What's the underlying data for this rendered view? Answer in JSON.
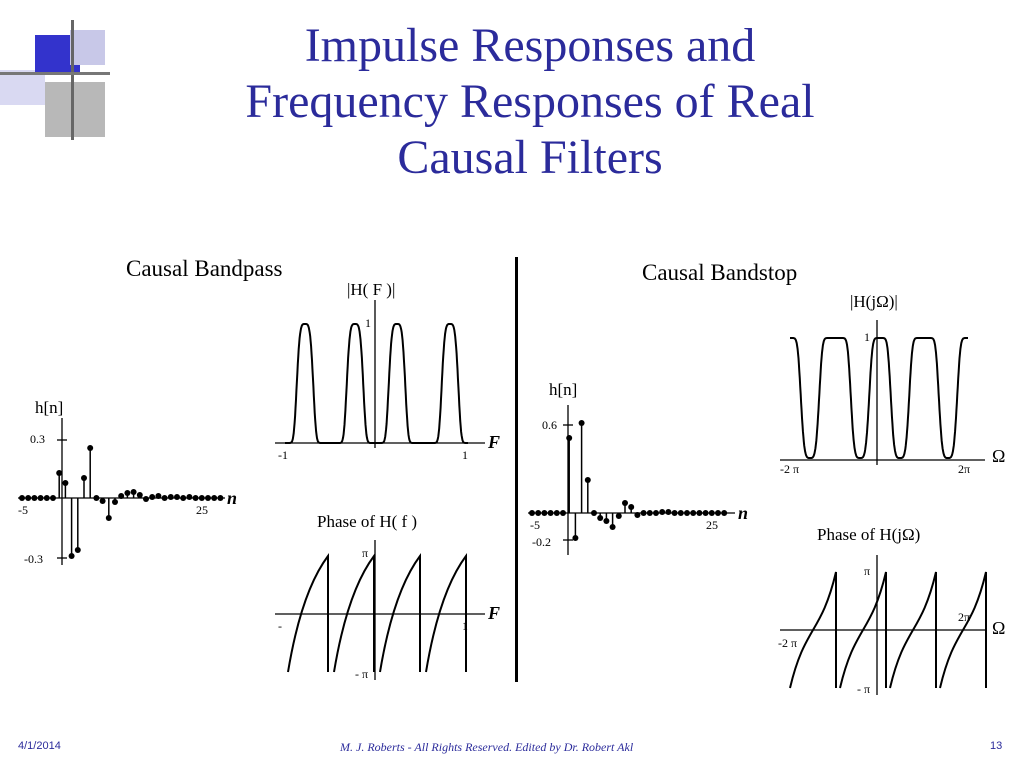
{
  "slide": {
    "title_lines": [
      "Impulse Responses and",
      "Frequency Responses of Real",
      "Causal Filters"
    ],
    "footer": {
      "date": "4/1/2014",
      "credit": "M. J. Roberts - All Rights Reserved. Edited by Dr. Robert Akl",
      "page": "13"
    },
    "colors": {
      "title": "#2b2b9b",
      "logo_blue": "#3333cc",
      "logo_gray": "#b0b0b0"
    }
  },
  "bandpass": {
    "heading": "Causal Bandpass",
    "impulse": {
      "ylabel": "h[n]",
      "ymax_tick": "0.3",
      "ymin_tick": "-0.3",
      "xmin_tick": "-5",
      "xmax_tick": "25",
      "xaxis": "n"
    },
    "magnitude": {
      "title": "|H( F )|",
      "ytick": "1",
      "xmin_tick": "-1",
      "xmax_tick": "1",
      "xaxis": "F"
    },
    "phase": {
      "title": "Phase of H( f )",
      "ymax_tick": "π",
      "ymin_tick": "- π",
      "xmin_tick": "-",
      "xmax_tick": "1",
      "xaxis": "F"
    }
  },
  "bandstop": {
    "heading": "Causal Bandstop",
    "impulse": {
      "ylabel": "h[n]",
      "ymax_tick": "0.6",
      "ymin_tick": "-0.2",
      "xmin_tick": "-5",
      "xmax_tick": "25",
      "xaxis": "n"
    },
    "magnitude": {
      "title": "|H(jΩ)|",
      "ytick": "1",
      "xmin_tick": "-2 π",
      "xmax_tick": "2π",
      "xaxis": "Ω"
    },
    "phase": {
      "title": "Phase of H(jΩ)",
      "ymax_tick": "π",
      "ymin_tick": "- π",
      "xmin_tick": "-2 π",
      "xmax_tick": "2π",
      "xaxis": "Ω"
    }
  }
}
